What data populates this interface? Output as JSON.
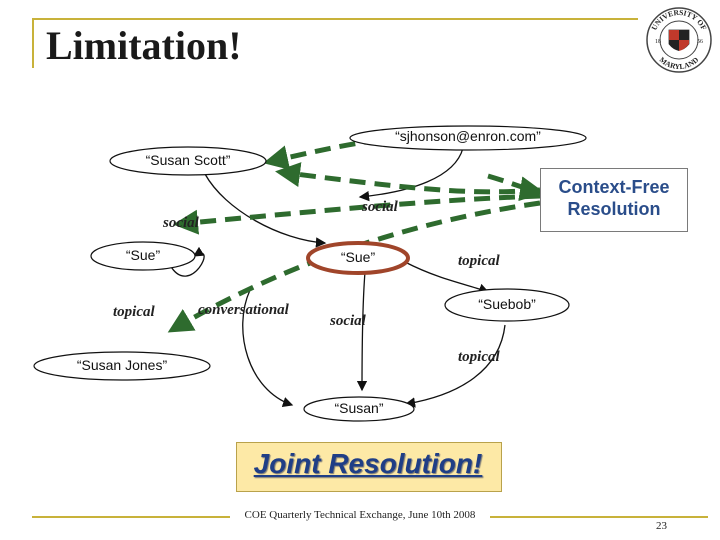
{
  "slide": {
    "title": "Limitation!",
    "footer": "COE Quarterly Technical Exchange, June 10th 2008",
    "page_number": "23"
  },
  "logo": {
    "top_text": "UNIVERSITY OF",
    "bottom_text": "MARYLAND",
    "left_year": "18",
    "right_year": "56"
  },
  "callouts": {
    "context_free": "Context-Free Resolution",
    "joint": "Joint Resolution!"
  },
  "nodes": {
    "email": "“sjhonson@enron.com”",
    "susan_scott": "“Susan Scott”",
    "sue_left": "“Sue”",
    "sue_center": "“Sue”",
    "suebob": "“Suebob”",
    "susan_jones": "“Susan Jones”",
    "susan": "“Susan”"
  },
  "edges": {
    "social_top": "social",
    "social_left": "social",
    "topical_left": "topical",
    "conversational": "conversational",
    "social_center": "social",
    "topical_right_top": "topical",
    "topical_right_bottom": "topical"
  },
  "colors": {
    "accent_rule": "#c8b23a",
    "dashed_arrow": "#2e6b2e",
    "highlight_node": "#a0452a",
    "callout_text": "#2a4d8a",
    "joint_fill": "#fde9a6"
  }
}
